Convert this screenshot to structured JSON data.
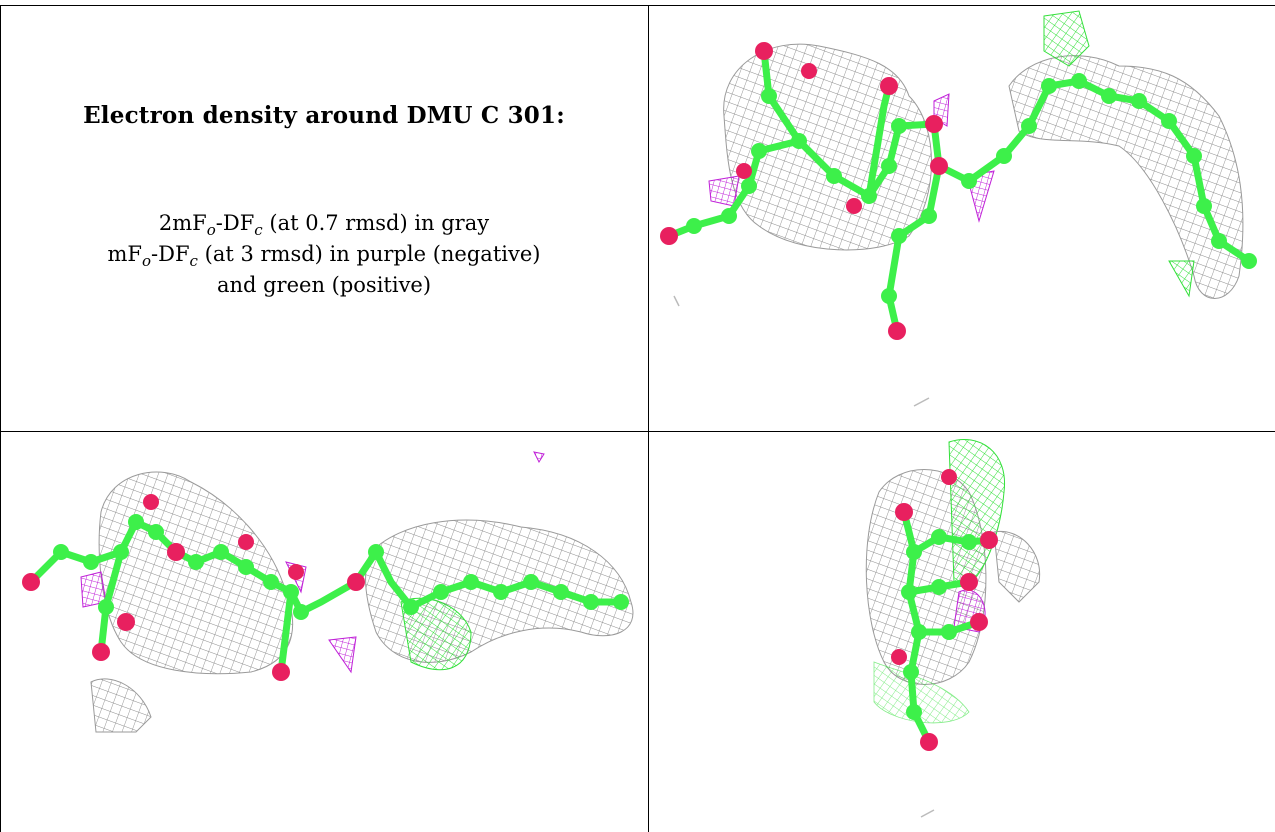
{
  "caption": {
    "title": "Electron density around DMU C 301:",
    "line1_pre": "2mF",
    "line1_sub1": "o",
    "line1_mid": "-DF",
    "line1_sub2": "c",
    "line1_post": " (at 0.7 rmsd) in gray",
    "line2_pre": "mF",
    "line2_sub1": "o",
    "line2_mid": "-DF",
    "line2_sub2": "c",
    "line2_post": " (at 3 rmsd) in purple (negative)",
    "line3": "and green (positive)"
  },
  "colors": {
    "carbon": "#3df04a",
    "oxygen": "#e8205f",
    "mesh_2fofc": "#8c8c8c",
    "mesh_negative": "#c020d8",
    "mesh_positive": "#33e03a"
  },
  "panels": [
    {
      "name": "density-view-top-right",
      "icon": "molecule-density-view"
    },
    {
      "name": "density-view-bottom-left",
      "icon": "molecule-density-view"
    },
    {
      "name": "density-view-bottom-right",
      "icon": "molecule-density-view"
    }
  ]
}
